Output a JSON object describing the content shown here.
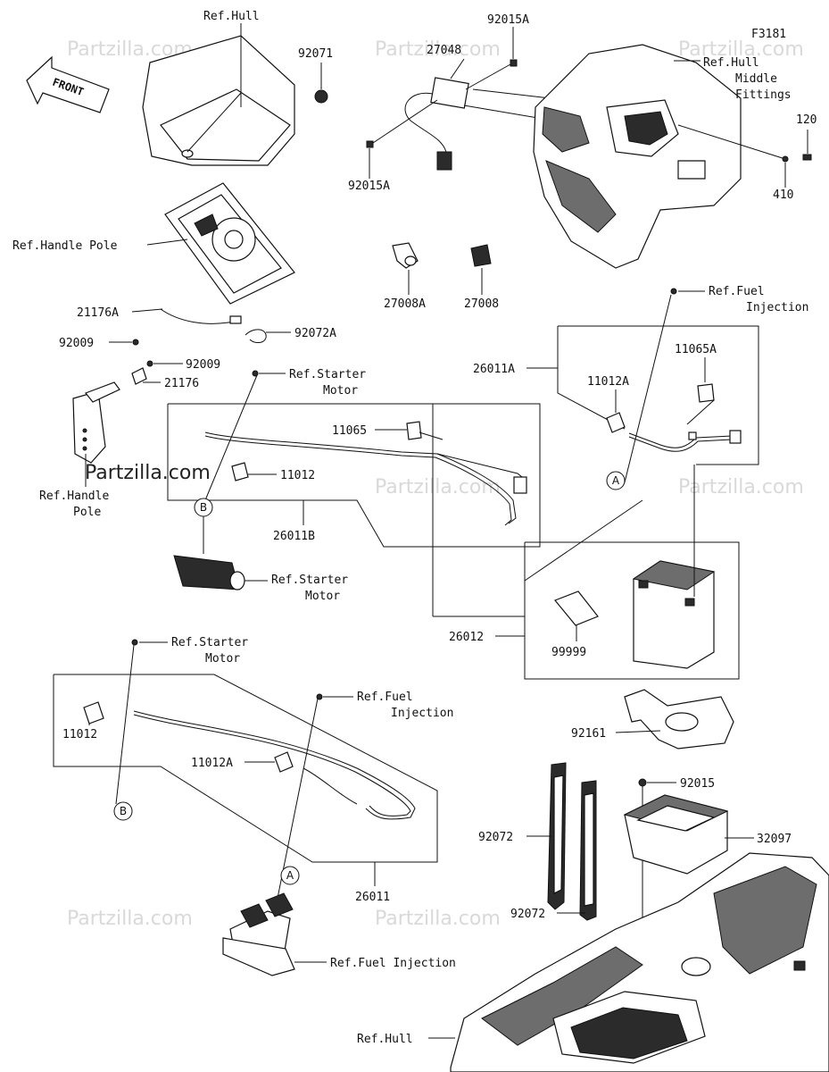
{
  "figure_code": "F3181",
  "front_label": "FRONT",
  "watermark": "Partzilla.com",
  "callouts": [
    "A",
    "B"
  ],
  "labels": {
    "ref_hull_top": "Ref.Hull",
    "p92071": "92071",
    "p92015a_top": "92015A",
    "p27048": "27048",
    "ref_hull_middle_1": "Ref.Hull",
    "ref_hull_middle_2": "Middle",
    "ref_hull_middle_3": "Fittings",
    "p120": "120",
    "p410": "410",
    "p92015a_bottom": "92015A",
    "p27008a": "27008A",
    "p27008": "27008",
    "ref_handle_pole": "Ref.Handle Pole",
    "p21176a": "21176A",
    "p92072a": "92072A",
    "p92009_a": "92009",
    "p92009_b": "92009",
    "p21176": "21176",
    "ref_fuel_inj_top_1": "Ref.Fuel",
    "ref_fuel_inj_top_2": "Injection",
    "p26011a": "26011A",
    "p11065a": "11065A",
    "p11012a_top": "11012A",
    "ref_starter_motor_top_1": "Ref.Starter",
    "ref_starter_motor_top_2": "Motor",
    "p11065": "11065",
    "p11012_mid": "11012",
    "ref_handle_pole_left_1": "Ref.Handle",
    "ref_handle_pole_left_2": "Pole",
    "p26011b": "26011B",
    "ref_starter_motor_mid_1": "Ref.Starter",
    "ref_starter_motor_mid_2": "Motor",
    "p26012": "26012",
    "p99999": "99999",
    "ref_starter_motor_low_1": "Ref.Starter",
    "ref_starter_motor_low_2": "Motor",
    "p11012_low": "11012",
    "ref_fuel_inj_low_1": "Ref.Fuel",
    "ref_fuel_inj_low_2": "Injection",
    "p11012a_low": "11012A",
    "p92161": "92161",
    "p92015": "92015",
    "p92072_a": "92072",
    "p32097": "32097",
    "p92072_b": "92072",
    "p26011": "26011",
    "ref_fuel_injection_bottom": "Ref.Fuel Injection",
    "ref_hull_bottom": "Ref.Hull"
  }
}
